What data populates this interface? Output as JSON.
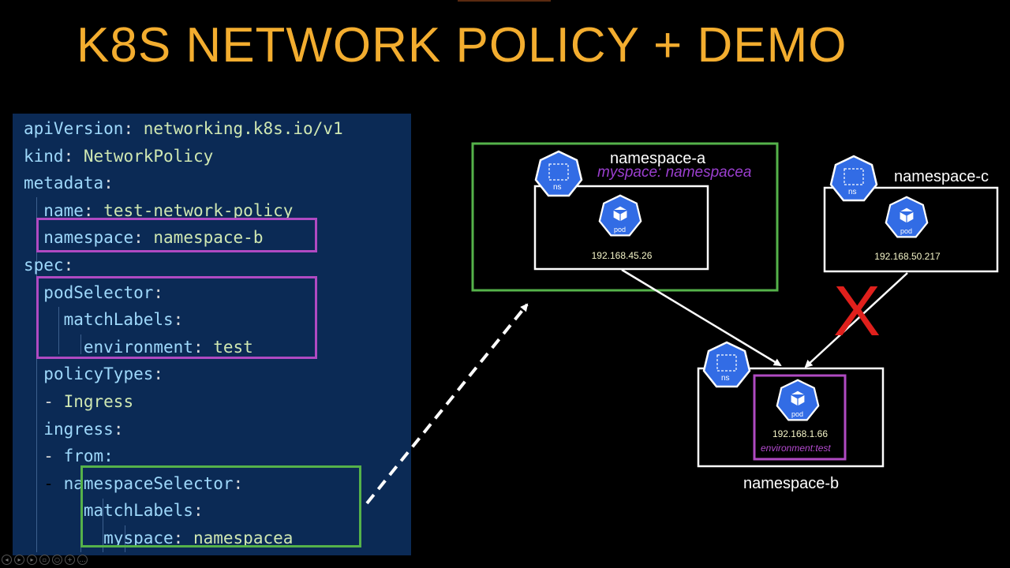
{
  "slide": {
    "title": "K8S NETWORK POLICY + DEMO"
  },
  "yaml": {
    "lines": [
      {
        "indent": 0,
        "key": "apiVersion",
        "sep": ": ",
        "value": "networking.k8s.io/v1"
      },
      {
        "indent": 0,
        "key": "kind",
        "sep": ": ",
        "value": "NetworkPolicy"
      },
      {
        "indent": 0,
        "key": "metadata",
        "sep": ":",
        "value": ""
      },
      {
        "indent": 1,
        "key": "name",
        "sep": ": ",
        "value": "test-network-policy"
      },
      {
        "indent": 1,
        "key": "namespace",
        "sep": ": ",
        "value": "namespace-b"
      },
      {
        "indent": 0,
        "key": "spec",
        "sep": ":",
        "value": ""
      },
      {
        "indent": 1,
        "key": "podSelector",
        "sep": ":",
        "value": ""
      },
      {
        "indent": 2,
        "key": "matchLabels",
        "sep": ":",
        "value": ""
      },
      {
        "indent": 3,
        "key": "environment",
        "sep": ": ",
        "value": "test"
      },
      {
        "indent": 1,
        "key": "policyTypes",
        "sep": ":",
        "value": ""
      },
      {
        "indent": 1,
        "key": "",
        "sep": "- ",
        "value": "Ingress"
      },
      {
        "indent": 1,
        "key": "ingress",
        "sep": ":",
        "value": ""
      },
      {
        "indent": 1,
        "key": "",
        "sep": "- ",
        "value": "from:"
      },
      {
        "indent": 2,
        "key": "namespaceSelector",
        "sep": ":",
        "value": "",
        "dash": "- "
      },
      {
        "indent": 3,
        "key": "matchLabels",
        "sep": ":",
        "value": ""
      },
      {
        "indent": 4,
        "key": "myspace",
        "sep": ": ",
        "value": "namespacea"
      }
    ]
  },
  "diagram": {
    "namespace_a": {
      "label": "namespace-a",
      "label_selector": "myspace: namespacea",
      "pod_ip": "192.168.45.26"
    },
    "namespace_c": {
      "label": "namespace-c",
      "pod_ip": "192.168.50.217"
    },
    "namespace_b": {
      "label": "namespace-b",
      "pod_ip": "192.168.1.66",
      "pod_label": "environment:test"
    },
    "ns_icon_text": "ns",
    "pod_icon_text": "pod",
    "blocked_mark": "X"
  },
  "colors": {
    "title": "#f3ad2f",
    "code_bg": "#0b2a55",
    "highlight_magenta": "#b04ac2",
    "highlight_green": "#55b24a",
    "blocked": "#e0201c",
    "k8s_blue": "#326ce5"
  },
  "player": {
    "icons": [
      "prev-icon",
      "play-icon",
      "next-icon",
      "copy-icon",
      "search-icon",
      "zoom-icon",
      "more-icon"
    ]
  }
}
